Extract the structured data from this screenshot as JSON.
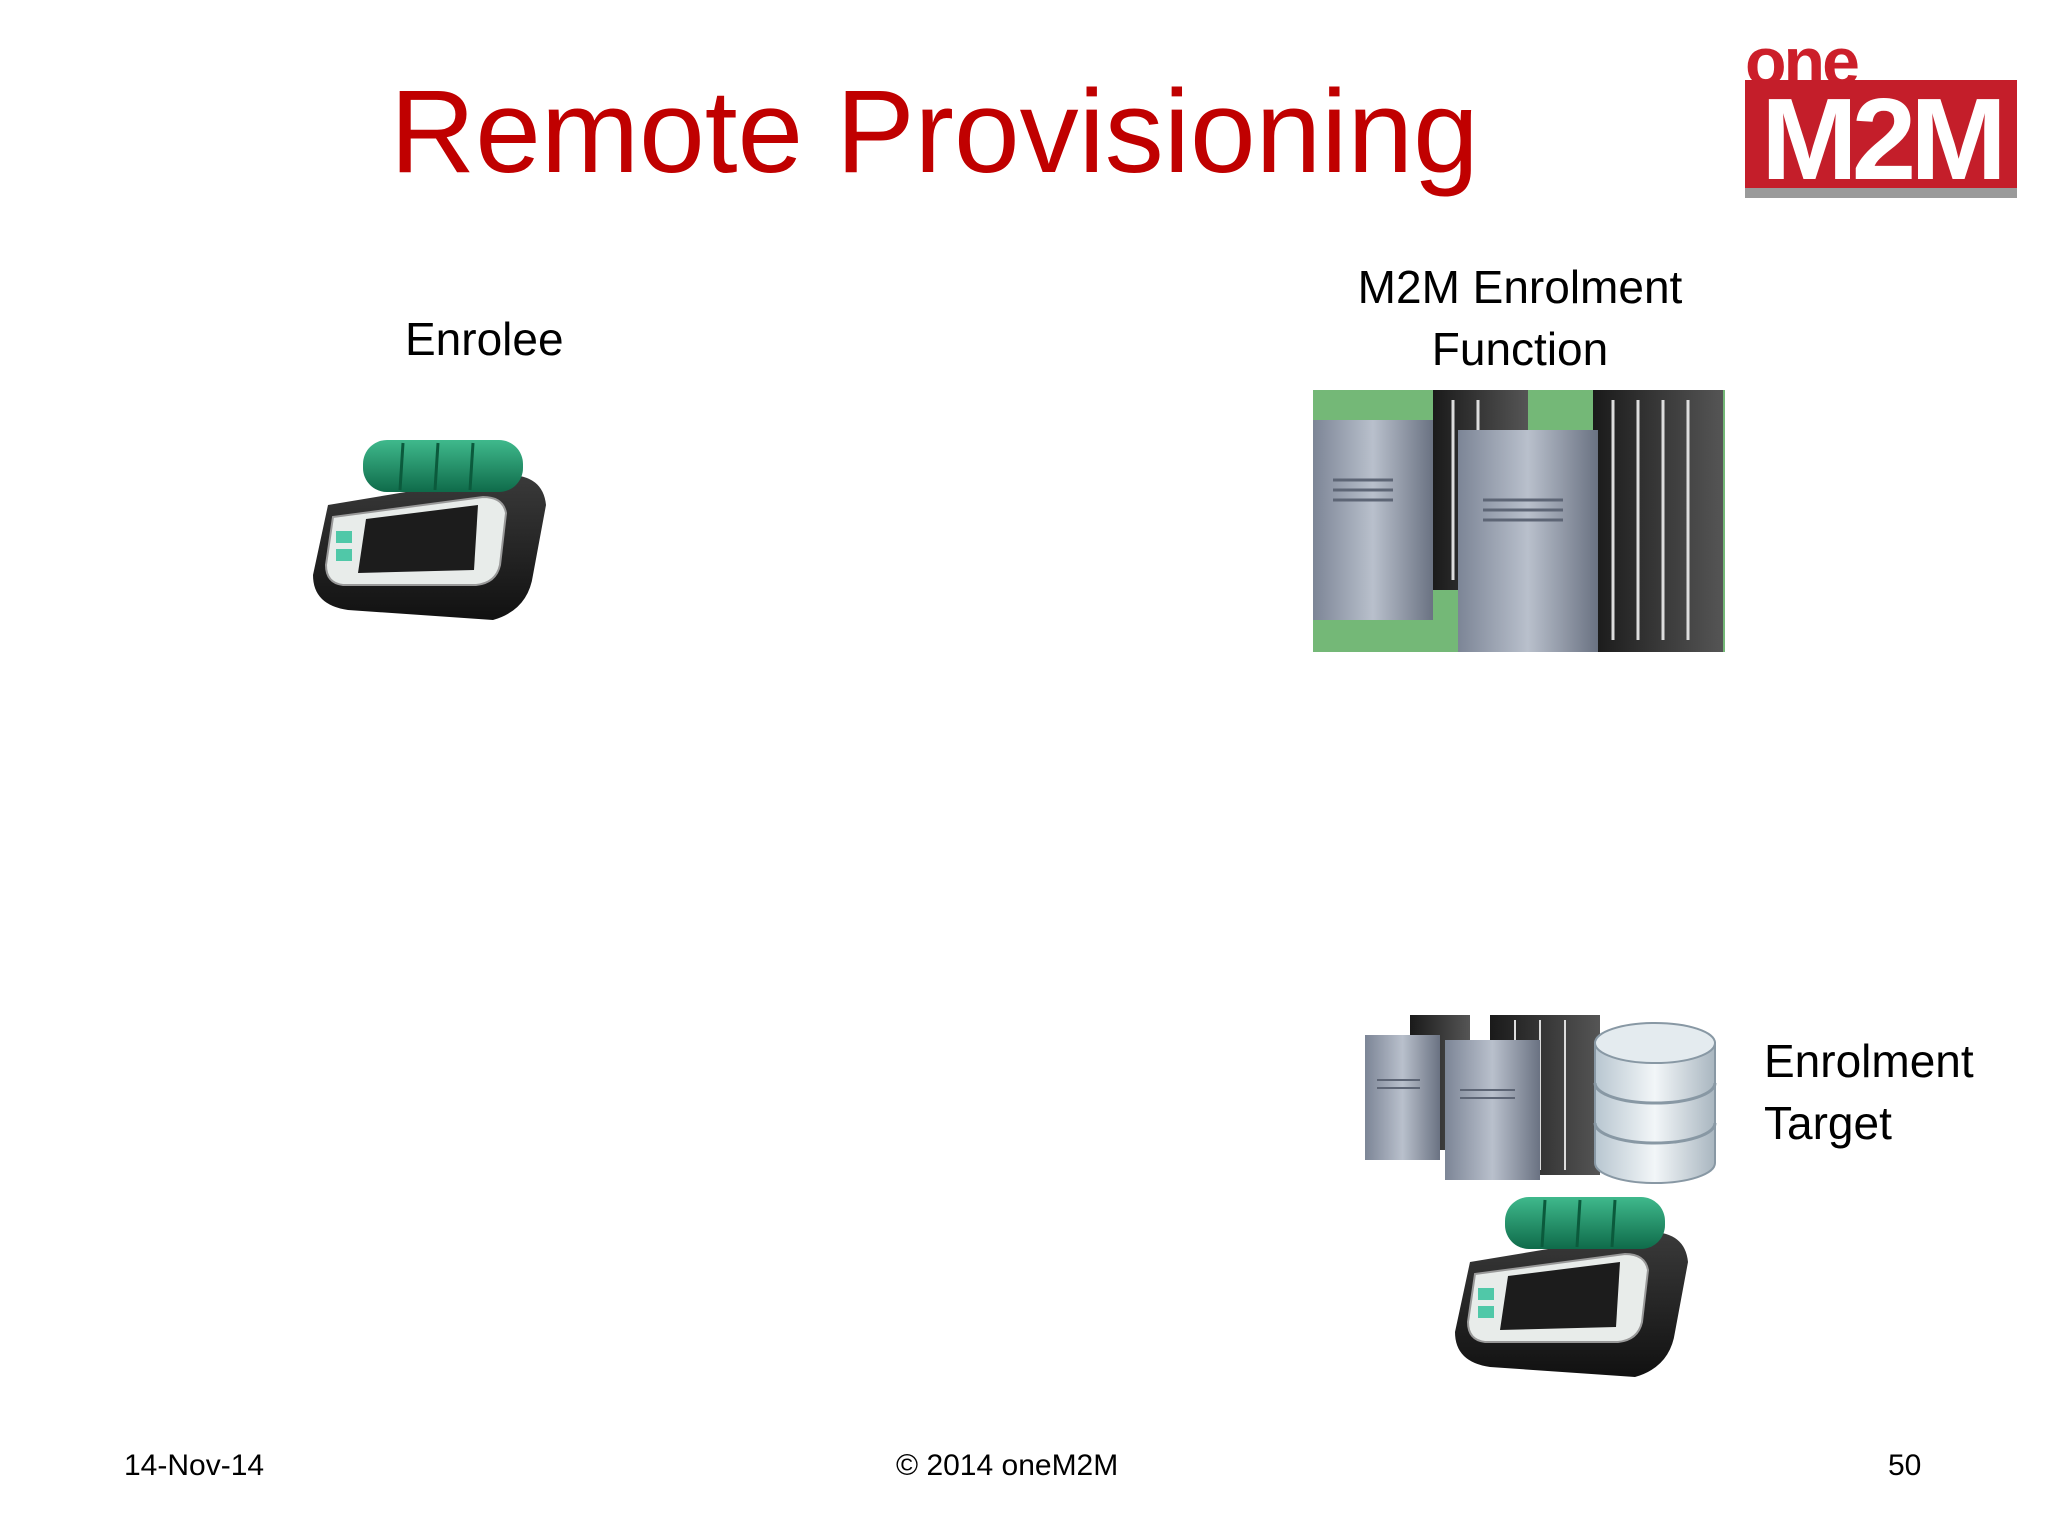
{
  "slide": {
    "title": "Remote Provisioning"
  },
  "logo": {
    "top_text": "one",
    "main_text": "M2M",
    "colors": {
      "red": "#c41e2a",
      "gray": "#9a9a9a"
    }
  },
  "nodes": {
    "enrolee": {
      "label": "Enrolee",
      "icon": "handheld-device-icon"
    },
    "enrolment_function": {
      "label_lines": [
        "M2M Enrolment",
        "Function"
      ],
      "icon": "server-rack-icon",
      "background_color": "#74b877"
    },
    "enrolment_target": {
      "label_lines": [
        "Enrolment",
        "Target"
      ],
      "icons": [
        "server-rack-icon",
        "database-icon",
        "handheld-device-icon"
      ]
    }
  },
  "footer": {
    "date": "14-Nov-14",
    "copyright": "© 2014 oneM2M",
    "page_number": "50"
  },
  "colors": {
    "title": "#c00000"
  }
}
